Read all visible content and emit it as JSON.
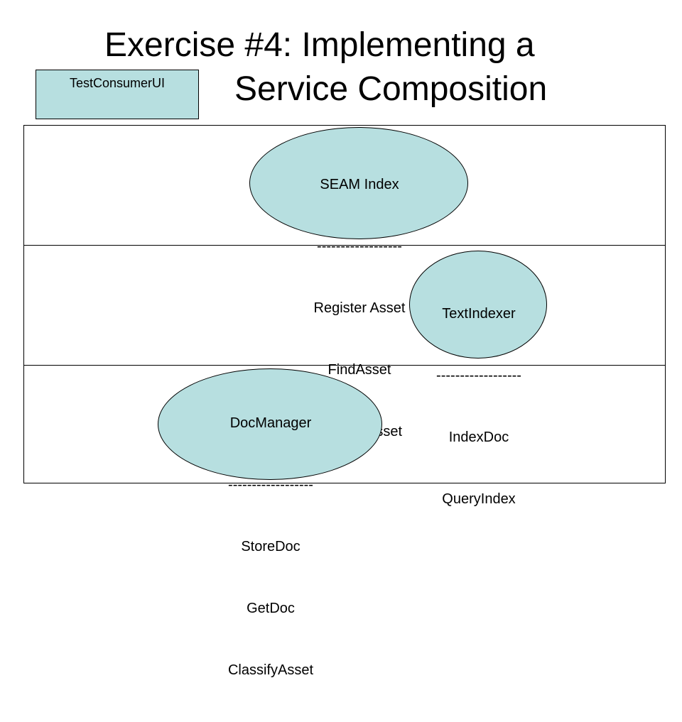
{
  "title": {
    "line1": "Exercise #4: Implementing a",
    "line2": "Service Composition"
  },
  "consumer": {
    "label": "TestConsumerUI"
  },
  "services": {
    "seam": {
      "name": "SEAM Index",
      "separator": "------------------",
      "operations": [
        "Register Asset",
        "FindAsset",
        "ClassifyAsset"
      ]
    },
    "text_indexer": {
      "name": "TextIndexer",
      "separator": "------------------",
      "operations": [
        "IndexDoc",
        "QueryIndex"
      ]
    },
    "doc_manager": {
      "name": "DocManager",
      "separator": "------------------",
      "operations": [
        "StoreDoc",
        "GetDoc",
        "ClassifyAsset"
      ]
    }
  },
  "colors": {
    "fill": "#b7dfe0",
    "stroke": "#000000",
    "background": "#ffffff"
  }
}
